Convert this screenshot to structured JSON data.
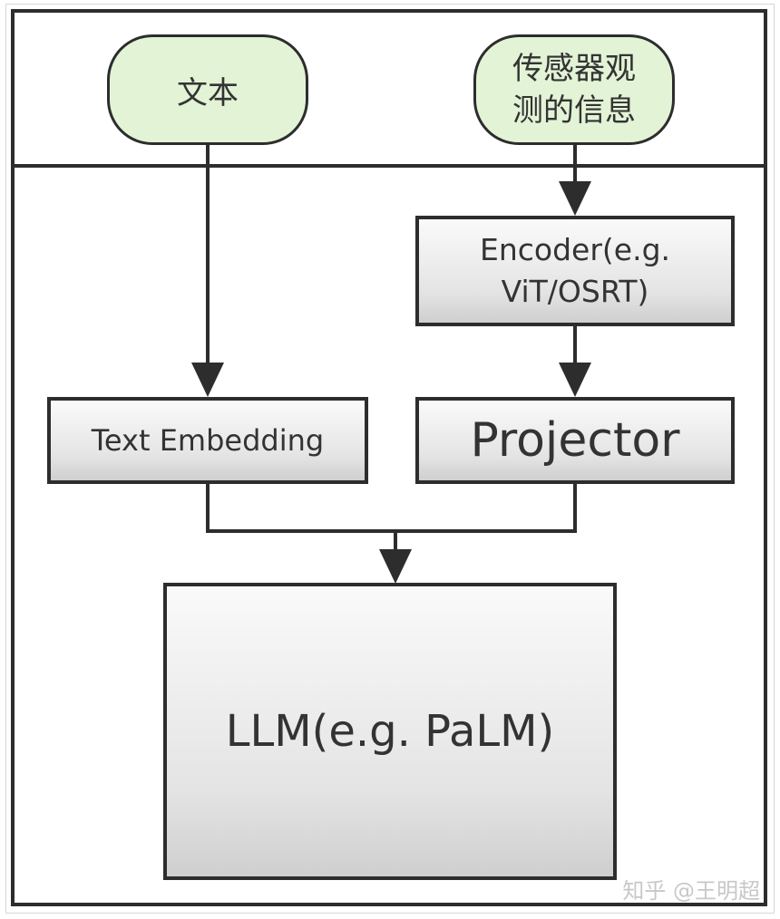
{
  "nodes": {
    "text_input": "文本",
    "sensor_input": "传感器观测的信息",
    "encoder": "Encoder(e.g. ViT/OSRT)",
    "text_embedding": "Text Embedding",
    "projector": "Projector",
    "llm": "LLM(e.g. PaLM)"
  },
  "watermark": "知乎 @王明超",
  "colors": {
    "pill_fill": "#e3f3d6",
    "stroke": "#2d2d2d"
  }
}
